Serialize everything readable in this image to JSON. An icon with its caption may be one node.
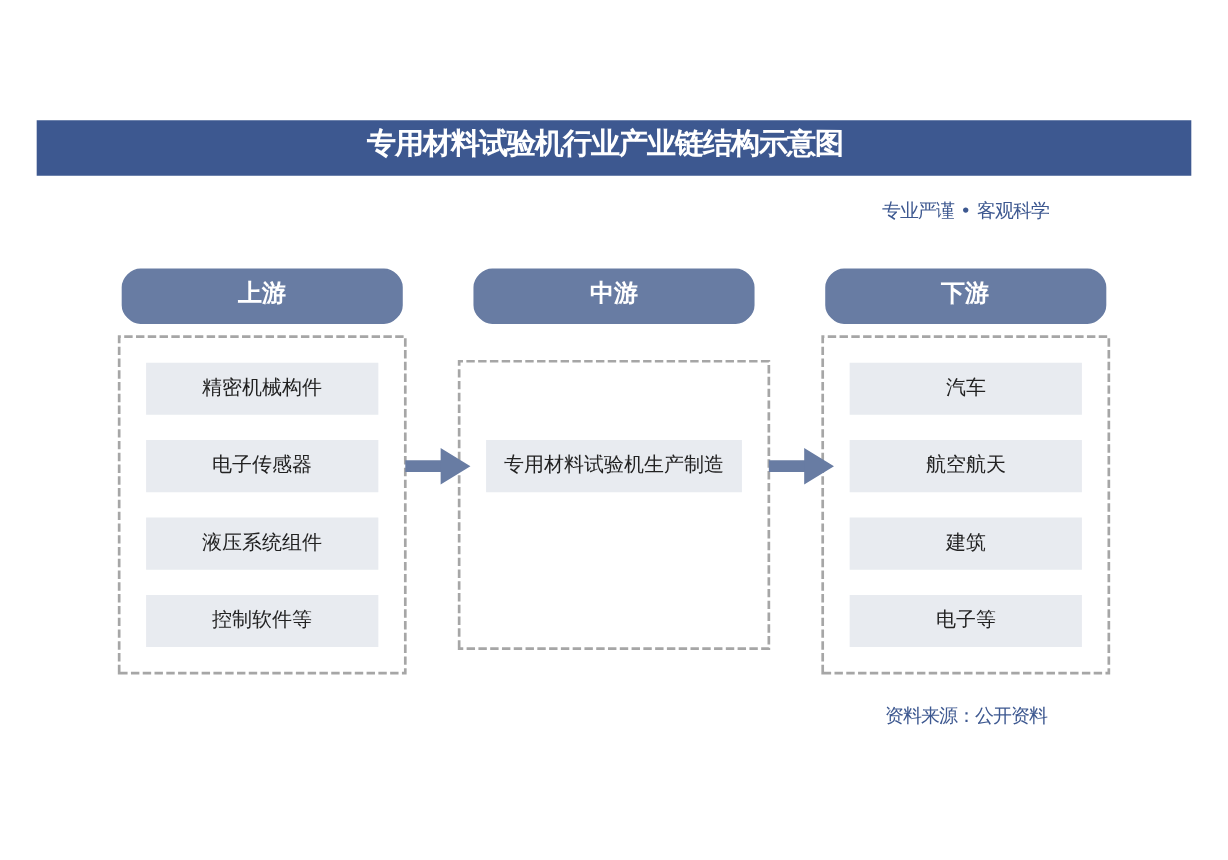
{
  "diagram": {
    "title": "专用材料试验机行业产业链结构示意图",
    "nodes": [
      {
        "text": [
          "上游"
        ]
      },
      {
        "text": [
          "中游"
        ]
      },
      {
        "text": [
          "下游"
        ]
      },
      {
        "text": [],
        "shape": "box"
      },
      {
        "text": [
          "精密机械构件"
        ],
        "in": 3
      },
      {
        "text": [
          "电子传感器"
        ],
        "in": 3
      },
      {
        "text": [
          "液压系统组件"
        ],
        "in": 3
      },
      {
        "text": [
          "控制软件等"
        ],
        "in": 3
      },
      {
        "text": [],
        "shape": "box"
      },
      {
        "text": [
          "专用材料试验机生产制造"
        ],
        "in": 8
      },
      {
        "text": [],
        "shape": "box"
      },
      {
        "text": [
          "汽车"
        ],
        "in": 10
      },
      {
        "text": [
          "航空航天"
        ],
        "in": 10
      },
      {
        "text": [
          "建筑"
        ],
        "in": 10
      },
      {
        "text": [
          "电子等"
        ],
        "in": 10
      }
    ],
    "edges": [
      {
        "from": 3,
        "to": 8,
        "arrow": "to"
      },
      {
        "from": 8,
        "to": 10,
        "arrow": "to"
      }
    ],
    "labels": [
      "专业严谨 • 客观科学",
      "资料来源：公开资料"
    ]
  }
}
